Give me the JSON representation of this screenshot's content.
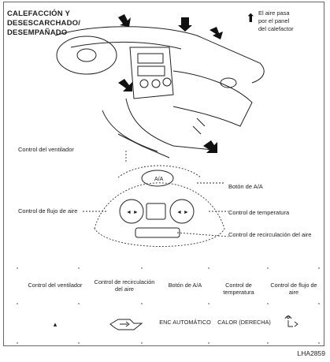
{
  "title_lines": [
    "CALEFACCIÓN Y",
    "DESESCARCHADO/",
    "DESEMPAÑADO"
  ],
  "note_lines": [
    "El aire pasa",
    "por el panel",
    "del calefactor"
  ],
  "labels": {
    "fan_control": "Control del ventilador",
    "ac_button": "Botón de A/A",
    "airflow_control": "Control de flujo de aire",
    "temp_control": "Control de temperatura",
    "recirc_control": "Control de recirculación del aire"
  },
  "table_headers": [
    "Control del ventilador",
    "Control de recirculación del aire",
    "Botón de A/A",
    "Control de temperatura",
    "Control de flujo de aire"
  ],
  "table_values": [
    "",
    "",
    "ENC AUTOMÁTICO",
    "CALOR (DERECHA)",
    ""
  ],
  "table_symbols": [
    "fan-low-icon",
    "recirculation-icon",
    "",
    "",
    "defrost-floor-icon"
  ],
  "code": "LHA2859"
}
